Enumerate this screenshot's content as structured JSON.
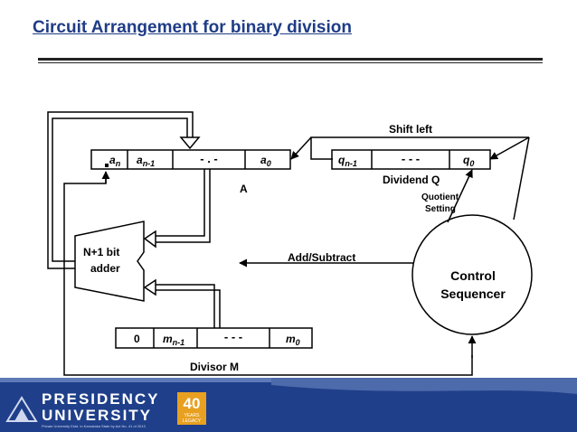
{
  "title": "Circuit Arrangement for binary division",
  "registers": {
    "a": {
      "cells": [
        "a",
        "a",
        "a"
      ],
      "subs": [
        "n",
        "n-1",
        "0"
      ],
      "dots": "- . -"
    },
    "q": {
      "cells": [
        "q",
        "q"
      ],
      "subs": [
        "n-1",
        "0"
      ],
      "dots": "- - -"
    },
    "m": {
      "zero": "0",
      "cells": [
        "m",
        "m"
      ],
      "subs": [
        "n-1",
        "0"
      ],
      "dots": "- - -"
    }
  },
  "labels": {
    "a_register": "A",
    "dividend": "Dividend Q",
    "divisor": "Divisor M",
    "shift_left": "Shift left",
    "quotient_setting": [
      "Quotient",
      "Setting"
    ],
    "add_subtract": "Add/Subtract",
    "adder": [
      "N+1 bit",
      "adder"
    ],
    "control": [
      "Control",
      "Sequencer"
    ]
  },
  "footer": {
    "name_line1": "PRESIDENCY",
    "name_line2": "UNIVERSITY",
    "subtitle": "Private University Estd. in Karnataka State by Act No. 41 of 2013",
    "badge_number": "40",
    "badge_text": [
      "YEARS",
      "LEGACY"
    ]
  },
  "colors": {
    "title": "#1f3c86",
    "footer_bg": "#1f3f8a",
    "badge": "#e8a020"
  }
}
